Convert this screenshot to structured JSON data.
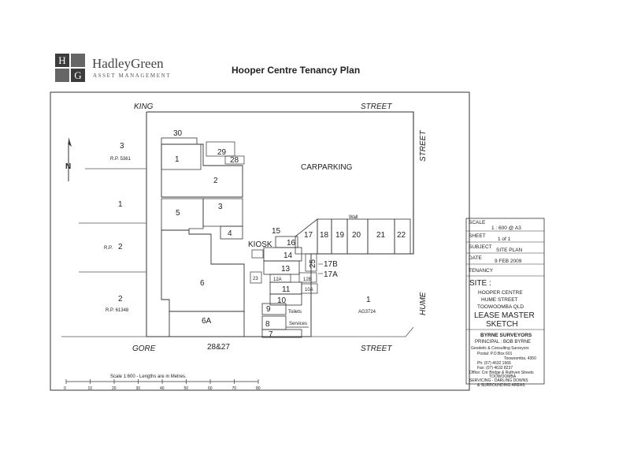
{
  "logo": {
    "h": "H",
    "g": "G",
    "name": "HadleyGreen",
    "tagline": "ASSET MANAGEMENT"
  },
  "title": "Hooper Centre Tenancy Plan",
  "streets": {
    "king": "KING",
    "street_top": "STREET",
    "gore": "GORE",
    "street_bottom": "STREET",
    "street_right": "STREET",
    "hume": "HUME"
  },
  "areas": {
    "carparking": "CARPARKING",
    "kiosk": "KIOSK",
    "toilets": "Toilets",
    "services": "Services",
    "wall": "Wall",
    "lot_1": "1",
    "ag": "AG3724",
    "rp_5361": "R.P. 5361",
    "rp_61348": "R.P. 61348",
    "rp_short": "R.P.",
    "lot_3": "3",
    "lot_2a": "2",
    "lot_2b": "2",
    "lot_2c": "2",
    "lot_1_left": "1",
    "bottom_pair": "28&27"
  },
  "tenancies": {
    "t30": "30",
    "t29": "29",
    "t28": "28",
    "t1": "1",
    "t2": "2",
    "t5": "5",
    "t3": "3",
    "t4": "4",
    "t6": "6",
    "t6a": "6A",
    "t15": "15",
    "t16": "16",
    "t17": "17",
    "t18": "18",
    "t19": "19",
    "t20": "20",
    "t21": "21",
    "t22": "22",
    "t14": "14",
    "t13": "13",
    "t25": "25",
    "t17b": "17B",
    "t17a": "17A",
    "t12a": "12A",
    "t12b": "12B",
    "t23": "23",
    "t11": "11",
    "t10a": "10A",
    "t10": "10",
    "t9": "9",
    "t8": "8",
    "t7": "7"
  },
  "scale_bar": {
    "label": "Scale 1:600 - Lengths are in Metres.",
    "ticks": [
      "0",
      "10",
      "20",
      "30",
      "40",
      "50",
      "60",
      "70",
      "80"
    ]
  },
  "title_block": {
    "scale_label": "SCALE",
    "scale_value": "1 : 600 @ A3",
    "sheet_label": "SHEET",
    "sheet_value": "1 of 1",
    "subject_label": "SUBJECT",
    "subject_value": "SITE PLAN",
    "date_label": "DATE",
    "date_value": "9 FEB 2009",
    "tenancy_label": "TENANCY",
    "site_label": "SITE :",
    "site_line1": "HOOPER CENTRE",
    "site_line2": "HUME STREET",
    "site_line3": "TOOWOOMBA QLD",
    "lease_line1": "LEASE MASTER",
    "lease_line2": "SKETCH",
    "firm": "BYRNE SURVEYORS",
    "principal": "PRINCIPAL : BOB BYRNE",
    "firm_line1": "Geodetic & Consulting Surveyors",
    "firm_line2": "Postal:    P.O.Box 601",
    "firm_line3": "Toowoomba, 4350",
    "firm_line4": "Ph:  (07) 4632 1666",
    "firm_line5": "Fax:  (07) 4632 8237",
    "firm_line6": "Office: Cnr Bridge & Ruthven Streets",
    "firm_line7": "TOOWOOMBA",
    "servicing_line1": "SERVICING - DARLING DOWNS",
    "servicing_line2": "& SURROUNDING AREAS"
  },
  "north": "N"
}
